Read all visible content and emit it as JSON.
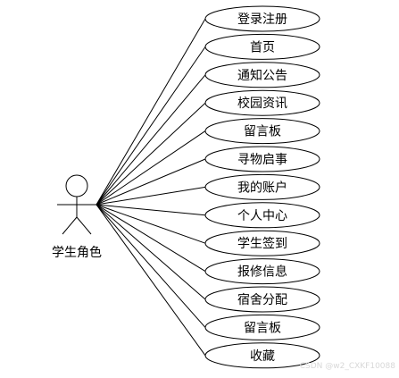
{
  "actor": {
    "label": "学生角色"
  },
  "use_cases": [
    {
      "label": "登录注册"
    },
    {
      "label": "首页"
    },
    {
      "label": "通知公告"
    },
    {
      "label": "校园资讯"
    },
    {
      "label": "留言板"
    },
    {
      "label": "寻物启事"
    },
    {
      "label": "我的账户"
    },
    {
      "label": "个人中心"
    },
    {
      "label": "学生签到"
    },
    {
      "label": "报修信息"
    },
    {
      "label": "宿舍分配"
    },
    {
      "label": "留言板"
    },
    {
      "label": "收藏"
    }
  ],
  "watermark": "CSDN @w2_CXKF10088"
}
